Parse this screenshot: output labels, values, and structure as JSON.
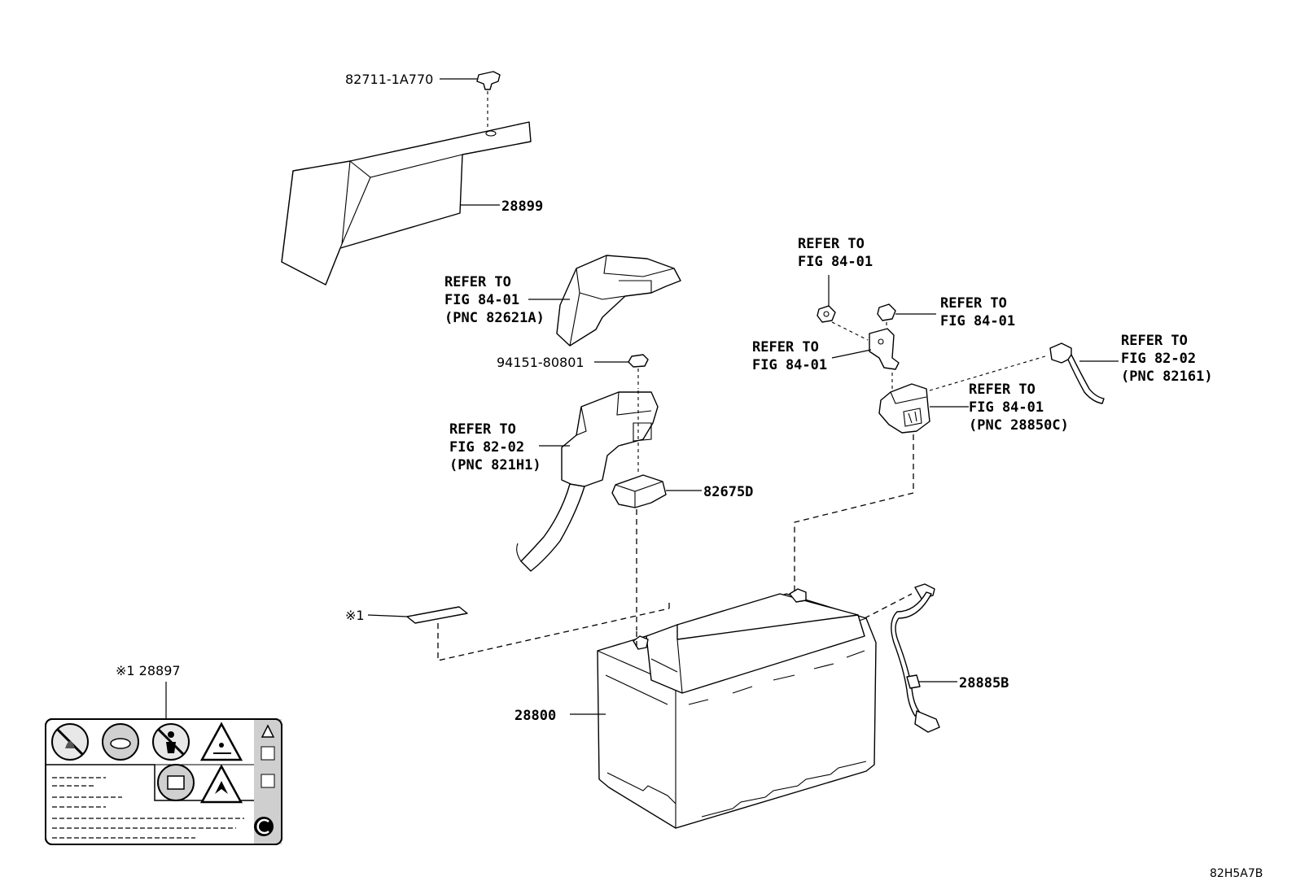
{
  "parts": {
    "clip_top": "82711-1A770",
    "battery_cover": "28899",
    "clamp_bolt": "94151-80801",
    "terminal_cover": "82675D",
    "label_marker": "※1",
    "label_part": "※1 28897",
    "battery": "28800",
    "sensor_cable": "28885B"
  },
  "callouts": {
    "refer_top_left": [
      "REFER TO",
      "FIG 84-01",
      "(PNC 82621A)"
    ],
    "refer_mid_left": [
      "REFER TO",
      "FIG 82-02",
      "(PNC 821H1)"
    ],
    "refer_nut_top": [
      "REFER TO",
      "FIG 84-01"
    ],
    "refer_bracket": [
      "REFER TO",
      "FIG 84-01"
    ],
    "refer_nut_right": [
      "REFER TO",
      "FIG 84-01"
    ],
    "refer_sensor": [
      "REFER TO",
      "FIG 84-01",
      "(PNC 28850C)"
    ],
    "refer_cable_right": [
      "REFER TO",
      "FIG 82-02",
      "(PNC 82161)"
    ]
  },
  "diagram_code": "82H5A7B"
}
